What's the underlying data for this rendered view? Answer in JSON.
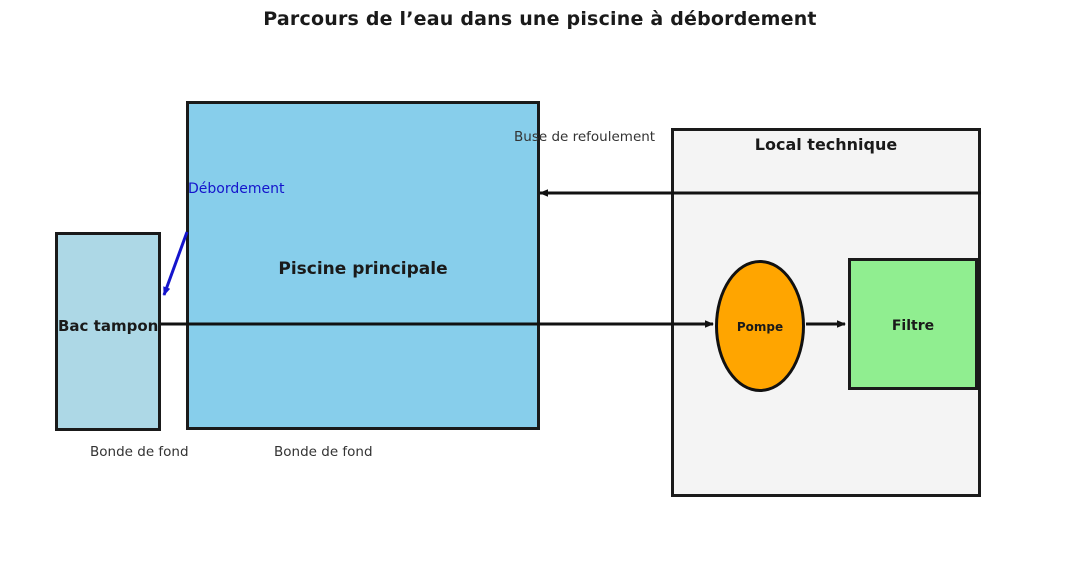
{
  "title": "Parcours de l’eau dans une piscine à débordement",
  "diagram": {
    "pool": {
      "label": "Piscine principale",
      "color": "#87CEEB"
    },
    "buffer_tank": {
      "label": "Bac tampon",
      "color": "#ADD8E6"
    },
    "technical_room": {
      "label": "Local technique",
      "color": "#f4f4f4"
    },
    "pump": {
      "label": "Pompe",
      "color": "#FFA500"
    },
    "filter": {
      "label": "Filtre",
      "color": "#90EE90"
    },
    "annotations": {
      "overflow": {
        "label": "Débordement",
        "color": "#1414cc"
      },
      "return_nozzle": {
        "label": "Buse de refoulement",
        "color": "#333333"
      },
      "bottom_drain_tank": {
        "label": "Bonde de fond"
      },
      "bottom_drain_pool": {
        "label": "Bonde de fond"
      }
    },
    "flow": {
      "suction_line": "Bac tampon -> Pompe",
      "pump_to_filter": "Pompe -> Filtre",
      "return_line": "Local technique -> Piscine principale"
    }
  }
}
